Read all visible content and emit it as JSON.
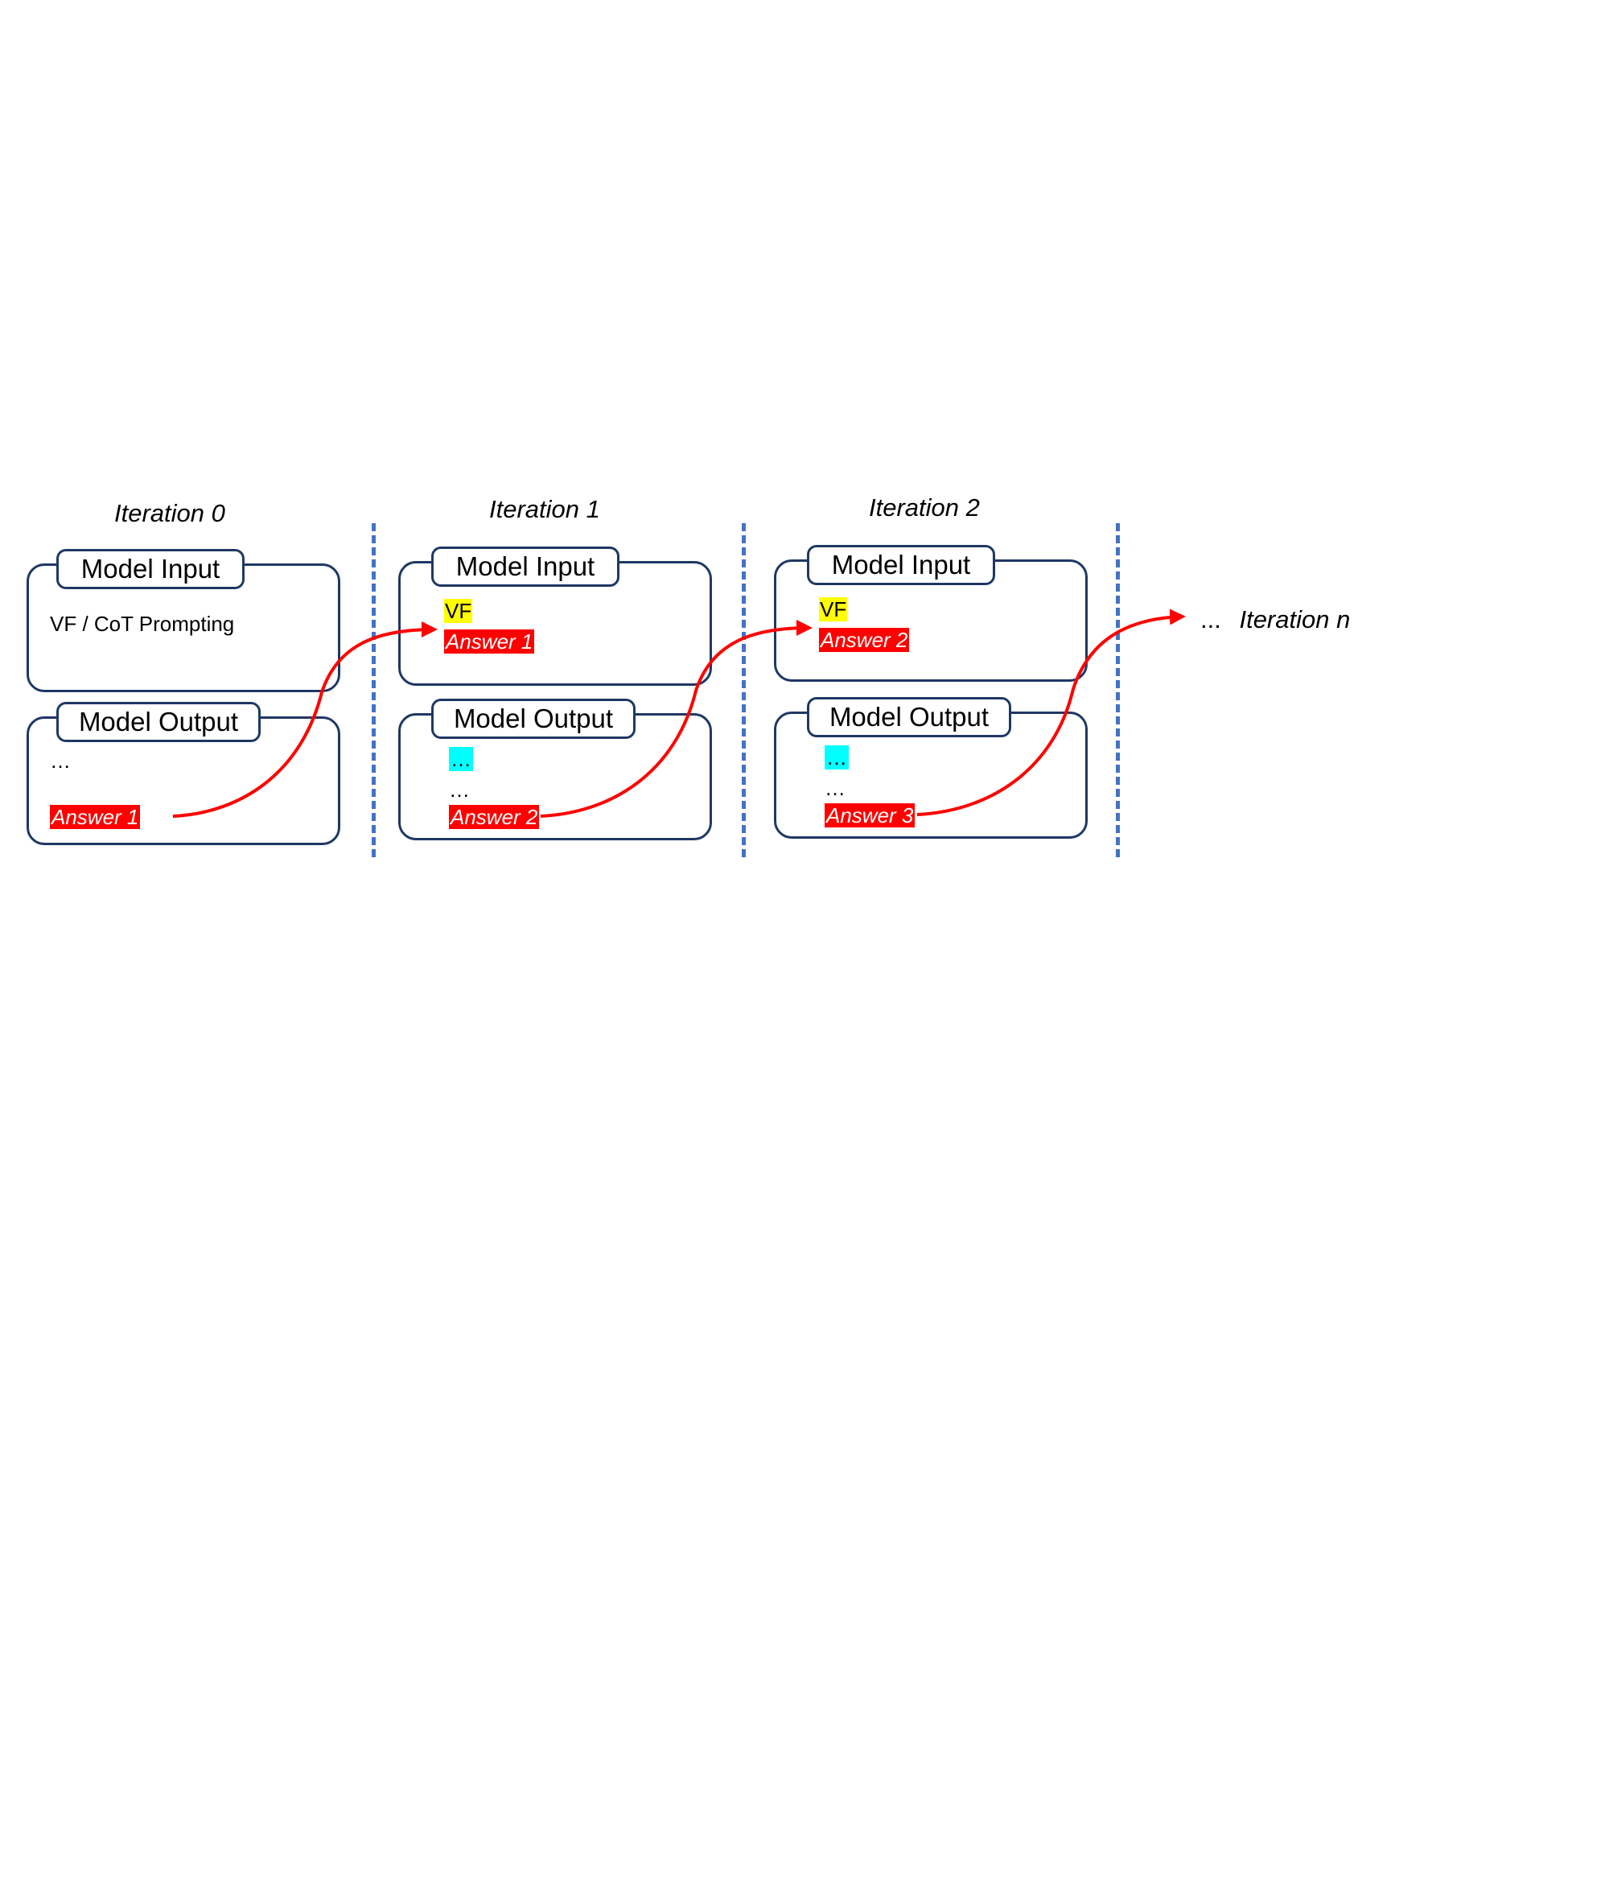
{
  "figure": {
    "type": "diagram",
    "description": "Iterative self-refinement loop: model output answer is fed back into the next iteration's model input",
    "colors": {
      "box_border": "#1F3864",
      "divider": "#4472C4",
      "arrow": "#FF0000",
      "answer_highlight": "#FF0000",
      "vf_highlight": "#FFFF00",
      "dots_highlight": "#00FFFF",
      "background": "#FFFFFF"
    }
  },
  "iterations": [
    {
      "title": "Iteration 0",
      "input": {
        "tab": "Model Input",
        "lines": [
          {
            "text": "VF / CoT Prompting",
            "style": "plain"
          }
        ]
      },
      "output": {
        "tab": "Model Output",
        "lines": [
          {
            "text": "…",
            "style": "plain"
          },
          {
            "text": "Answer 1",
            "style": "red"
          }
        ]
      }
    },
    {
      "title": "Iteration 1",
      "input": {
        "tab": "Model Input",
        "lines": [
          {
            "text": "VF",
            "style": "yellow"
          },
          {
            "text": "Answer 1",
            "style": "red"
          }
        ]
      },
      "output": {
        "tab": "Model Output",
        "lines": [
          {
            "text": "…",
            "style": "cyan"
          },
          {
            "text": "…",
            "style": "plain"
          },
          {
            "text": "Answer 2",
            "style": "red"
          }
        ]
      }
    },
    {
      "title": "Iteration 2",
      "input": {
        "tab": "Model Input",
        "lines": [
          {
            "text": "VF",
            "style": "yellow"
          },
          {
            "text": "Answer 2",
            "style": "red"
          }
        ]
      },
      "output": {
        "tab": "Model Output",
        "lines": [
          {
            "text": "…",
            "style": "cyan"
          },
          {
            "text": "…",
            "style": "plain"
          },
          {
            "text": "Answer 3",
            "style": "red"
          }
        ]
      }
    }
  ],
  "tail": {
    "ellipsis": "...",
    "label": "Iteration n"
  }
}
